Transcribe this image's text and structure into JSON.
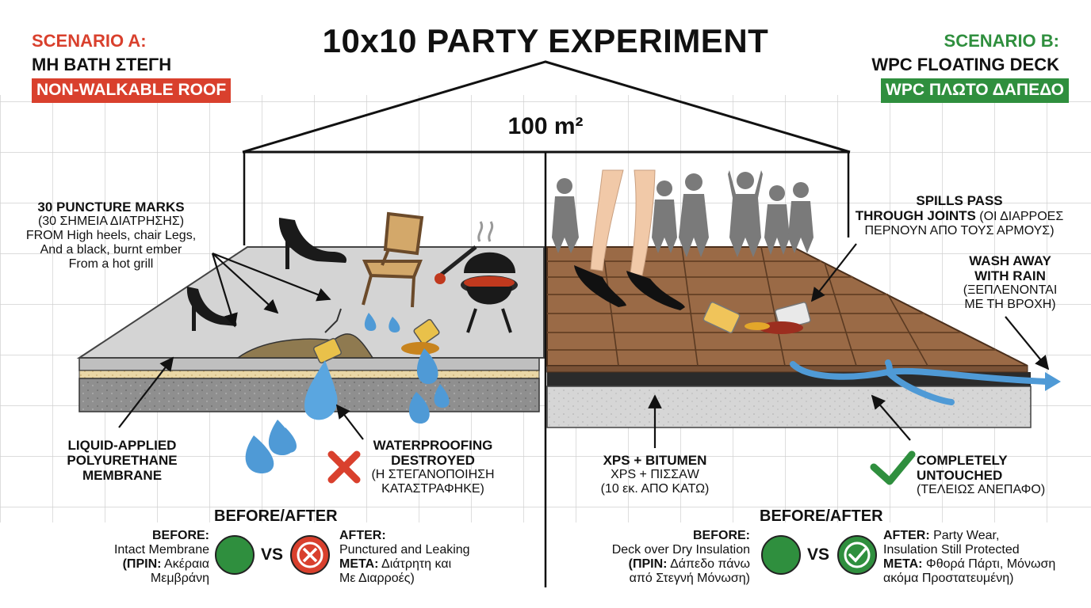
{
  "title": "10x10 PARTY EXPERIMENT",
  "area_label": "100 m²",
  "colors": {
    "red": "#d9402d",
    "green": "#2f8f3e",
    "grid": "#c9c9c9",
    "deck": "#9a6a46",
    "membrane": "#cfcfcf"
  },
  "scenario_a": {
    "heading": "SCENARIO A:",
    "subtitle": "ΜΗ ΒΑΤΗ ΣΤΕΓΗ",
    "tag": "NON-WALKABLE ROOF",
    "puncture": {
      "title": "30 PUNCTURE MARKS",
      "greek": "(30 ΣΗΜΕΙΑ ΔΙΑΤΡΗΣΗΣ)",
      "line1": "FROM High heels, chair Legs,",
      "line2": "And a black, burnt ember",
      "line3": "From a hot grill"
    },
    "membrane": {
      "line1": "LIQUID-APPLIED",
      "line2": "POLYURETHANE",
      "line3": "MEMBRANE"
    },
    "destroyed": {
      "line1": "WATERPROOFING",
      "line2": "DESTROYED",
      "greek1": "(Η ΣΤΕΓΑΝΟΠΟΙΗΣΗ",
      "greek2": "ΚΑΤΑΣΤΡΑΦΗΚΕ)"
    },
    "before_after": {
      "heading": "BEFORE/AFTER",
      "before_label": "BEFORE:",
      "before_text": "Intact Membrane",
      "before_greek_label": "(ΠΡΙΝ:",
      "before_greek_text": "Ακέραια",
      "before_greek_line2": "Μεμβράνη",
      "vs": "VS",
      "after_label": "AFTER:",
      "after_text": "Punctured and Leaking",
      "after_greek_label": "ΜΕΤΑ:",
      "after_greek_text": "Διάτρητη και",
      "after_greek_line2": "Με Διαρροές)"
    },
    "icons": [
      "heel-icon",
      "chair-icon",
      "grill-icon",
      "water-drop-icon",
      "red-x-icon"
    ]
  },
  "scenario_b": {
    "heading": "SCENARIO B:",
    "subtitle": "WPC FLOATING DECK",
    "tag": "WPC ΠΛΩΤΟ ΔΑΠΕΔΟ",
    "spills": {
      "line1": "SPILLS PASS",
      "line2": "THROUGH JOINTS",
      "greek1": "(ΟΙ ΔΙΑΡΡΟΕΣ",
      "greek2": "ΠΕΡΝΟΥΝ ΑΠΟ ΤΟΥΣ ΑΡΜΟΥΣ)"
    },
    "wash": {
      "line1": "WASH AWAY",
      "line2": "WITH RAIN",
      "greek1": "(ΞΕΠΛΕΝΟΝΤΑΙ",
      "greek2": "ΜΕ ΤΗ ΒΡΟΧΗ)"
    },
    "xps": {
      "title": "XPS + BITUMEN",
      "greek": "XPS + ΠΙΣΣΑW",
      "note": "(10 εκ. ΑΠΟ ΚΑΤΩ)"
    },
    "untouched": {
      "line1": "COMPLETELY",
      "line2": "UNTOUCHED",
      "greek": "(ΤΕΛΕΙΩΣ ΑΝΕΠΑΦΟ)"
    },
    "before_after": {
      "heading": "BEFORE/AFTER",
      "before_label": "BEFORE:",
      "before_text": "Deck over Dry Insulation",
      "before_greek_label": "(ΠΡΙΝ:",
      "before_greek_text": "Δάπεδο πάνω",
      "before_greek_line2": "από Στεγνή Μόνωση)",
      "vs": "VS",
      "after_label": "AFTER:",
      "after_text": "Party Wear,",
      "after_line2": "Insulation Still Protected",
      "after_greek_label": "ΜΕΤΑ:",
      "after_greek_text": "Φθορά Πάρτι, Μόνωση",
      "after_greek_line2": "ακόμα Προστατευμένη)"
    },
    "icons": [
      "dancers-icon",
      "heels-icon",
      "spilled-cups-icon",
      "rain-flow-icon",
      "green-check-icon"
    ]
  }
}
